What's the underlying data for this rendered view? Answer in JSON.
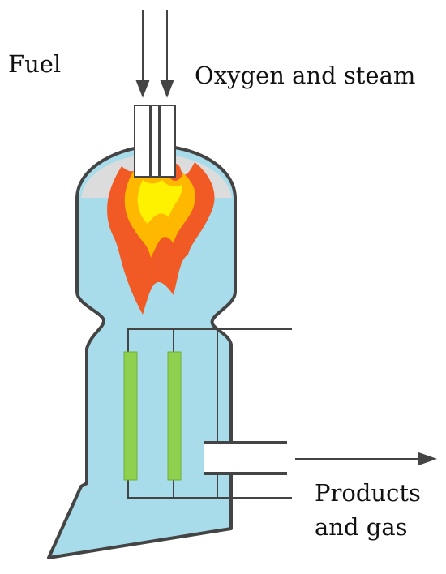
{
  "labels": {
    "fuel": "Fuel",
    "oxygen_steam": "Oxygen and steam",
    "products_line1": "Products",
    "products_line2": "and gas"
  },
  "colors": {
    "vessel_fill": "#a8dcea",
    "vessel_outline": "#444444",
    "dome_gap": "#dcdcdc",
    "flame_outer": "#f15a24",
    "flame_mid": "#ffb800",
    "flame_inner": "#fff200",
    "element": "#8fd14f",
    "line": "#444444"
  },
  "icons": [
    "fuel-inlet-arrow",
    "oxygen-steam-inlet-arrow",
    "products-outlet-arrow"
  ]
}
